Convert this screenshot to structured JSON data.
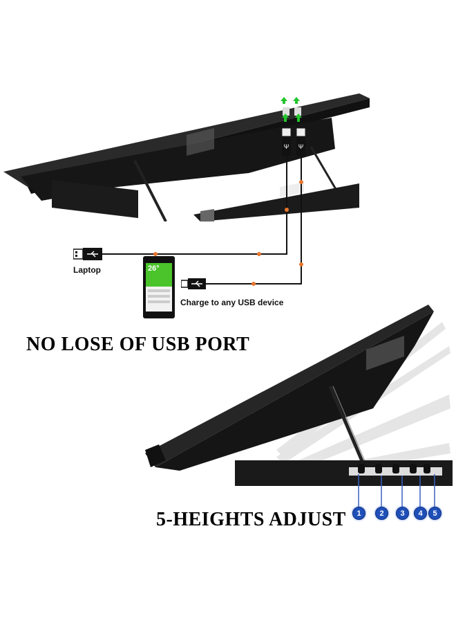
{
  "diagram_top": {
    "labels": {
      "laptop": "Laptop",
      "charge": "Charge to any USB device"
    },
    "phone": {
      "temperature": "26°"
    },
    "colors": {
      "stand": "#1a1a1a",
      "cable": "#111111",
      "cable_marker": "#e8772e",
      "arrow": "#22c52e"
    }
  },
  "headline_1": "NO LOSE OF USB PORT",
  "headline_2": "5-HEIGHTS ADJUST",
  "height_positions": [
    "1",
    "2",
    "3",
    "4",
    "5"
  ],
  "colors": {
    "badge": "#1f4fb8"
  }
}
